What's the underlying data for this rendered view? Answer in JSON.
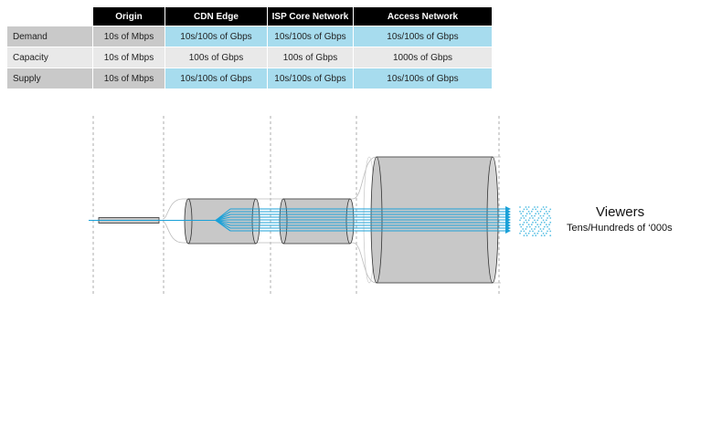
{
  "table": {
    "columns": [
      "Origin",
      "CDN Edge",
      "ISP Core Network",
      "Access Network"
    ],
    "rows": [
      {
        "label": "Demand",
        "cells": [
          "10s of Mbps",
          "10s/100s of Gbps",
          "10s/100s of Gbps",
          "10s/100s of Gbps"
        ]
      },
      {
        "label": "Capacity",
        "cells": [
          "10s of Mbps",
          "100s of Gbps",
          "100s of Gbps",
          "1000s of Gbps"
        ]
      },
      {
        "label": "Supply",
        "cells": [
          "10s of Mbps",
          "10s/100s of Gbps",
          "10s/100s of Gbps",
          "10s/100s of Gbps"
        ]
      }
    ]
  },
  "viewers": {
    "title": "Viewers",
    "subtitle": "Tens/Hundreds of ‘000s"
  },
  "colors": {
    "stream": "#1ba1d8",
    "pipe_fill": "#c8c8c8",
    "header_bg": "#000000",
    "highlight": "#a7dcee"
  }
}
